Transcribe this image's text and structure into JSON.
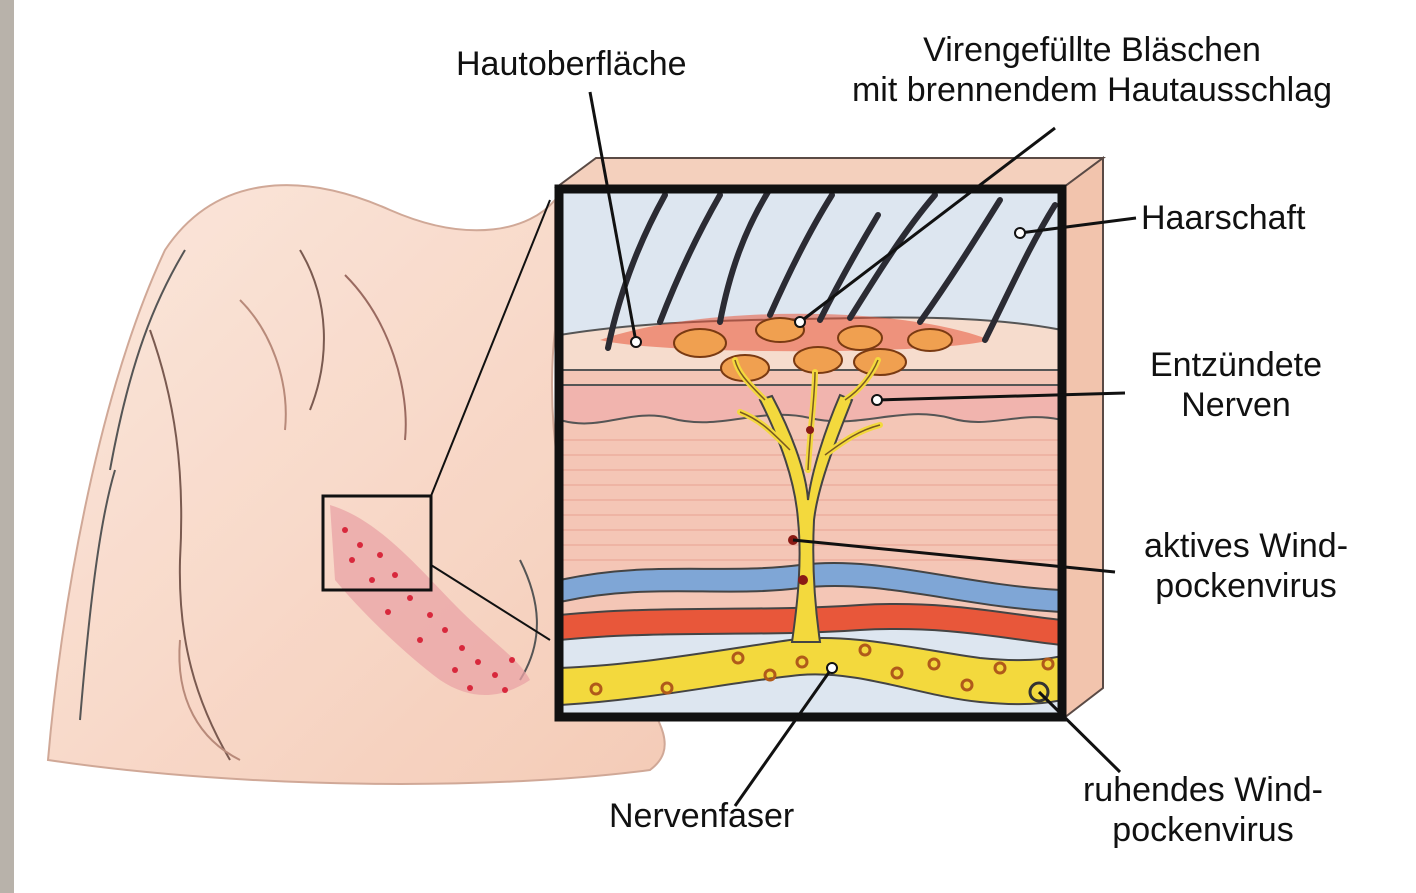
{
  "diagram": {
    "labels": {
      "skin_surface": "Hautoberfläche",
      "blisters_line1": "Virengefüllte Bläschen",
      "blisters_line2": "mit brennendem Hautausschlag",
      "hair_shaft": "Haarschaft",
      "inflamed_nerves_line1": "Entzündete",
      "inflamed_nerves_line2": "Nerven",
      "active_virus_line1": "aktives Wind-",
      "active_virus_line2": "pockenvirus",
      "nerve_fiber": "Nervenfaser",
      "dormant_virus_line1": "ruhendes Wind-",
      "dormant_virus_line2": "pockenvirus"
    },
    "colors": {
      "outline": "#111111",
      "body_skin": "#f4c9b4",
      "rash": "#d8283c",
      "epidermis": "#f6dccd",
      "dermis": "#f4c6b6",
      "blister": "#f0a050",
      "vein": "#7fa6d6",
      "artery": "#e8573a",
      "nerve": "#f3d93d",
      "air": "#dde6f0"
    }
  }
}
